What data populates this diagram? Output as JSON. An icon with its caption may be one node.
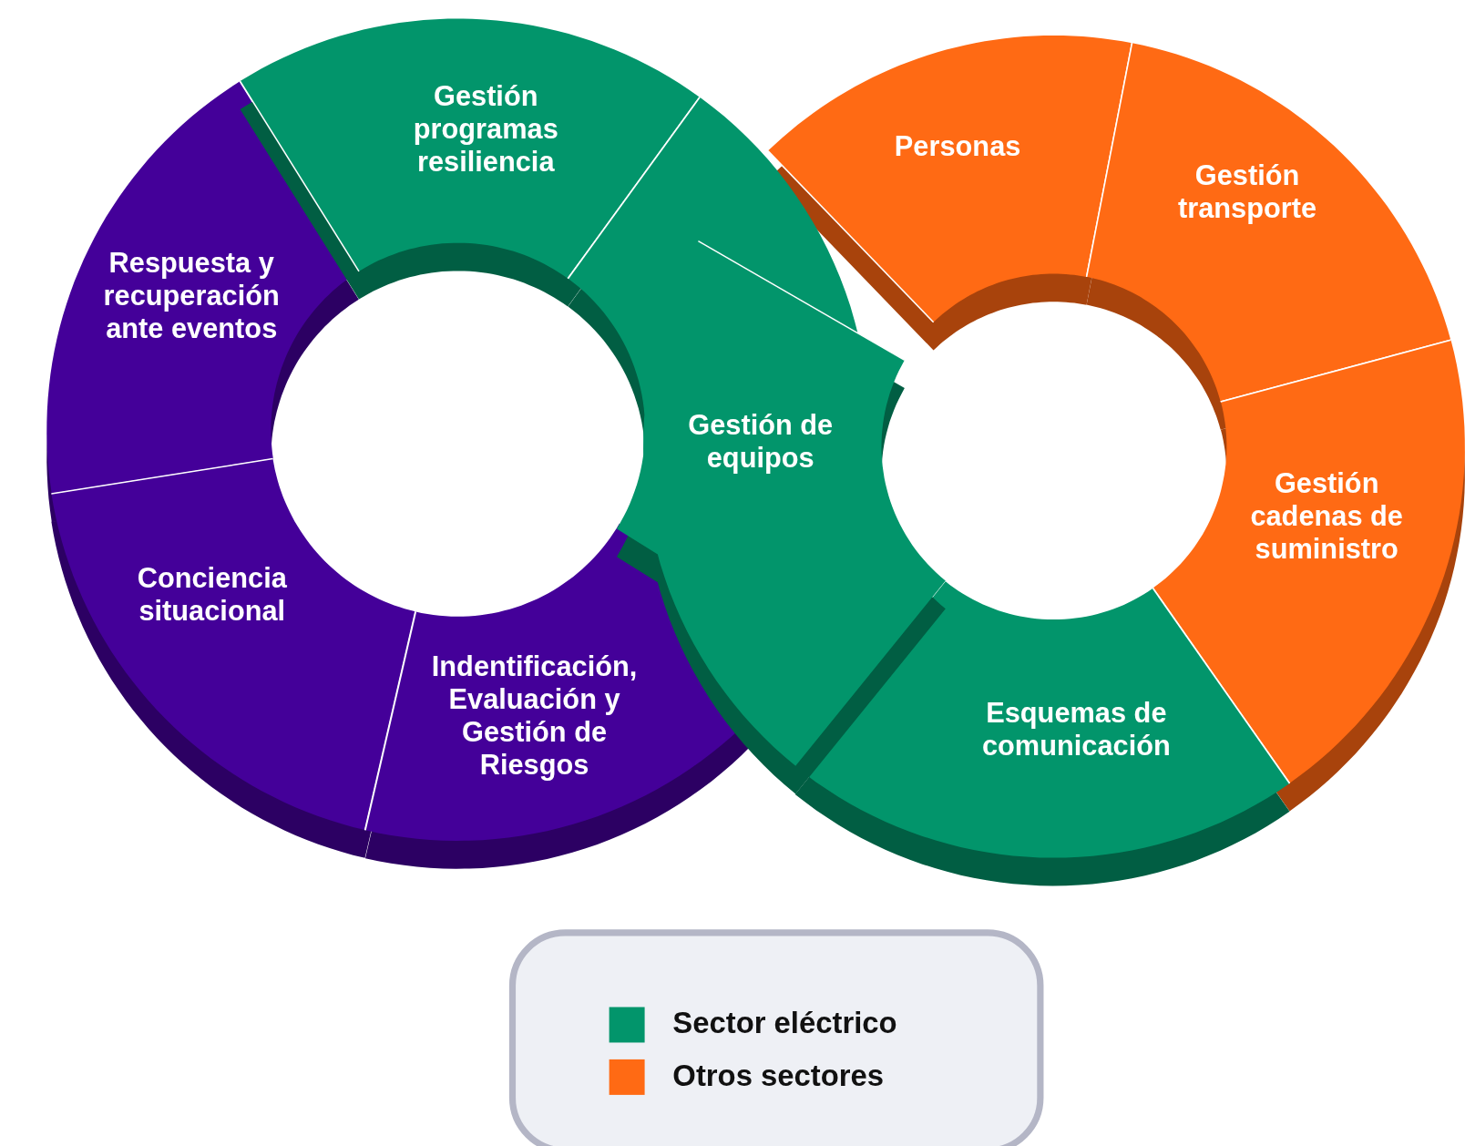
{
  "diagram": {
    "nodes": [
      {
        "text": [
          "Gestión programas resiliencia"
        ]
      },
      {
        "text": [
          "Personas"
        ]
      },
      {
        "text": [
          "Gestión transporte"
        ]
      },
      {
        "text": [
          "Respuesta y recuperación ante eventos"
        ]
      },
      {
        "text": [
          "Gestión de equipos"
        ]
      },
      {
        "text": [
          "Gestión cadenas de suministro"
        ]
      },
      {
        "text": [
          "Conciencia situacional"
        ]
      },
      {
        "text": [
          "Indentificación, Evaluación y Gestión de Riesgos"
        ]
      },
      {
        "text": [
          "Esquemas de comunicación"
        ]
      }
    ],
    "legend": [
      {
        "text": "Sector eléctrico",
        "color": "#02956b"
      },
      {
        "text": "Otros sectores",
        "color": "#ff6a14"
      }
    ]
  }
}
